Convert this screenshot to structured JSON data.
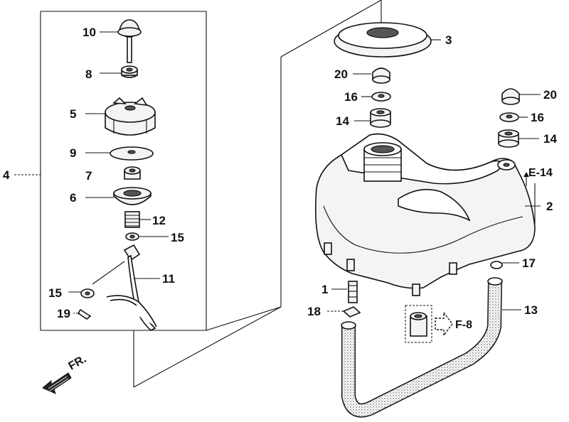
{
  "callouts": {
    "c10": "10",
    "c8": "8",
    "c5": "5",
    "c9": "9",
    "c7": "7",
    "c6": "6",
    "c12": "12",
    "c15a": "15",
    "c11": "11",
    "c15b": "15",
    "c19": "19",
    "c4": "4",
    "c3": "3",
    "c20a": "20",
    "c16a": "16",
    "c14a": "14",
    "c20b": "20",
    "c16b": "16",
    "c14b": "14",
    "c2": "2",
    "c17": "17",
    "c1": "1",
    "c18": "18",
    "c13": "13"
  },
  "refs": {
    "e14": "E-14",
    "f8": "F-8",
    "front": "FR."
  },
  "colors": {
    "line": "#111111",
    "hose_fill": "#e6e6e6",
    "part_fill": "#f4f4f4"
  }
}
